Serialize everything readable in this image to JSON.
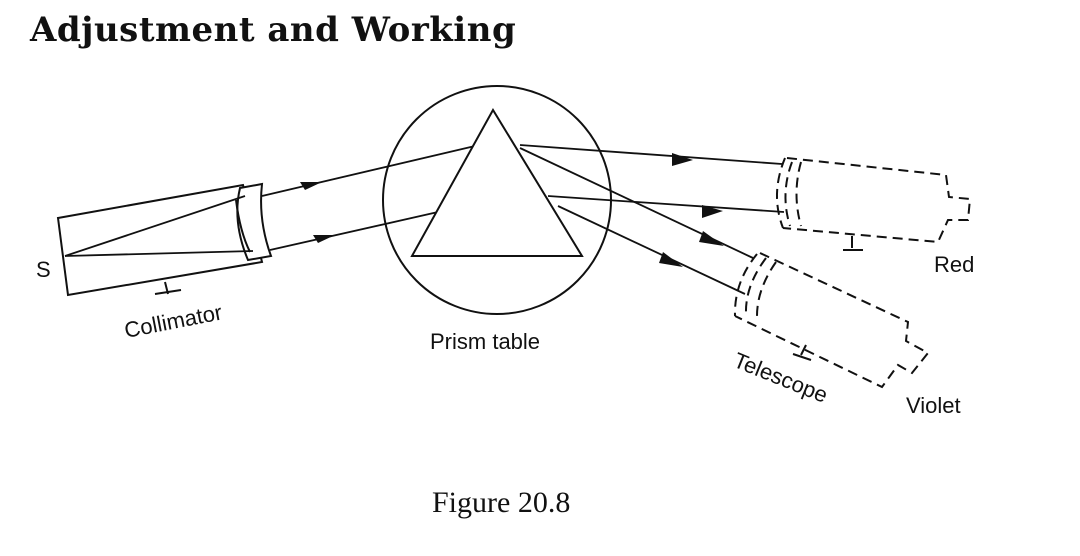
{
  "heading": "Adjustment and Working",
  "labels": {
    "source": "S",
    "collimator": "Collimator",
    "prism_table": "Prism table",
    "telescope": "Telescope",
    "red": "Red",
    "violet": "Violet"
  },
  "caption": "Figure 20.8"
}
